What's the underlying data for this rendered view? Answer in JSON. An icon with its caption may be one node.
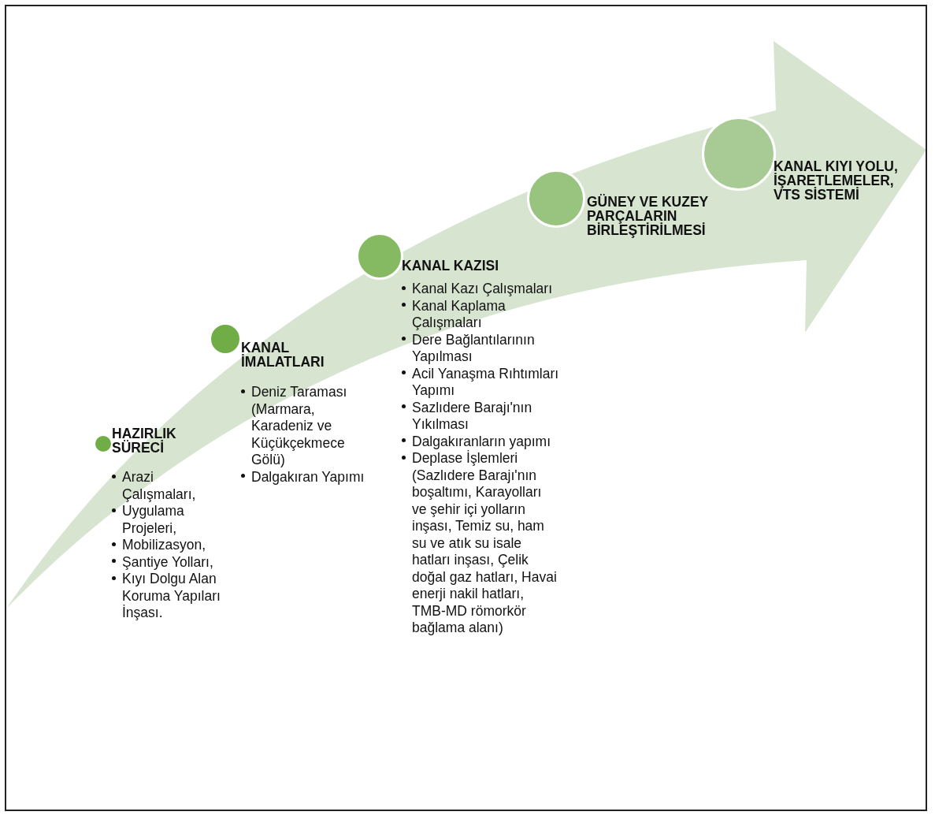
{
  "diagram": {
    "nodes": [
      {
        "text": [
          "HAZIRLIK SÜRECİ",
          "Arazi Çalışmaları,",
          "Uygulama Projeleri,",
          "Mobilizasyon,",
          "Şantiye Yolları,",
          "Kıyı Dolgu Alan Koruma Yapıları İnşası."
        ]
      },
      {
        "text": [
          "KANAL İMALATLARI",
          "Deniz Taraması (Marmara, Karadeniz ve Küçükçekmece Gölü)",
          "Dalgakıran Yapımı"
        ]
      },
      {
        "text": [
          "KANAL KAZISI",
          "Kanal Kazı Çalışmaları",
          "Kanal Kaplama Çalışmaları",
          "Dere Bağlantılarının Yapılması",
          "Acil Yanaşma Rıhtımları Yapımı",
          "Sazlıdere Barajı'nın Yıkılması",
          "Dalgakıranların yapımı",
          "Deplase İşlemleri (Sazlıdere Barajı'nın boşaltımı, Karayolları ve şehir içi yolların inşası, Temiz su, ham su ve atık su isale hatları inşası, Çelik doğal gaz hatları, Havai enerji nakil hatları, TMB-MD römorkör bağlama alanı)"
        ]
      },
      {
        "text": [
          "GÜNEY VE KUZEY PARÇALARIN BİRLEŞTİRİLMESİ"
        ]
      },
      {
        "text": [
          "KANAL KIYI YOLU, İŞARETLEMELER, VTS SİSTEMİ"
        ]
      }
    ]
  }
}
